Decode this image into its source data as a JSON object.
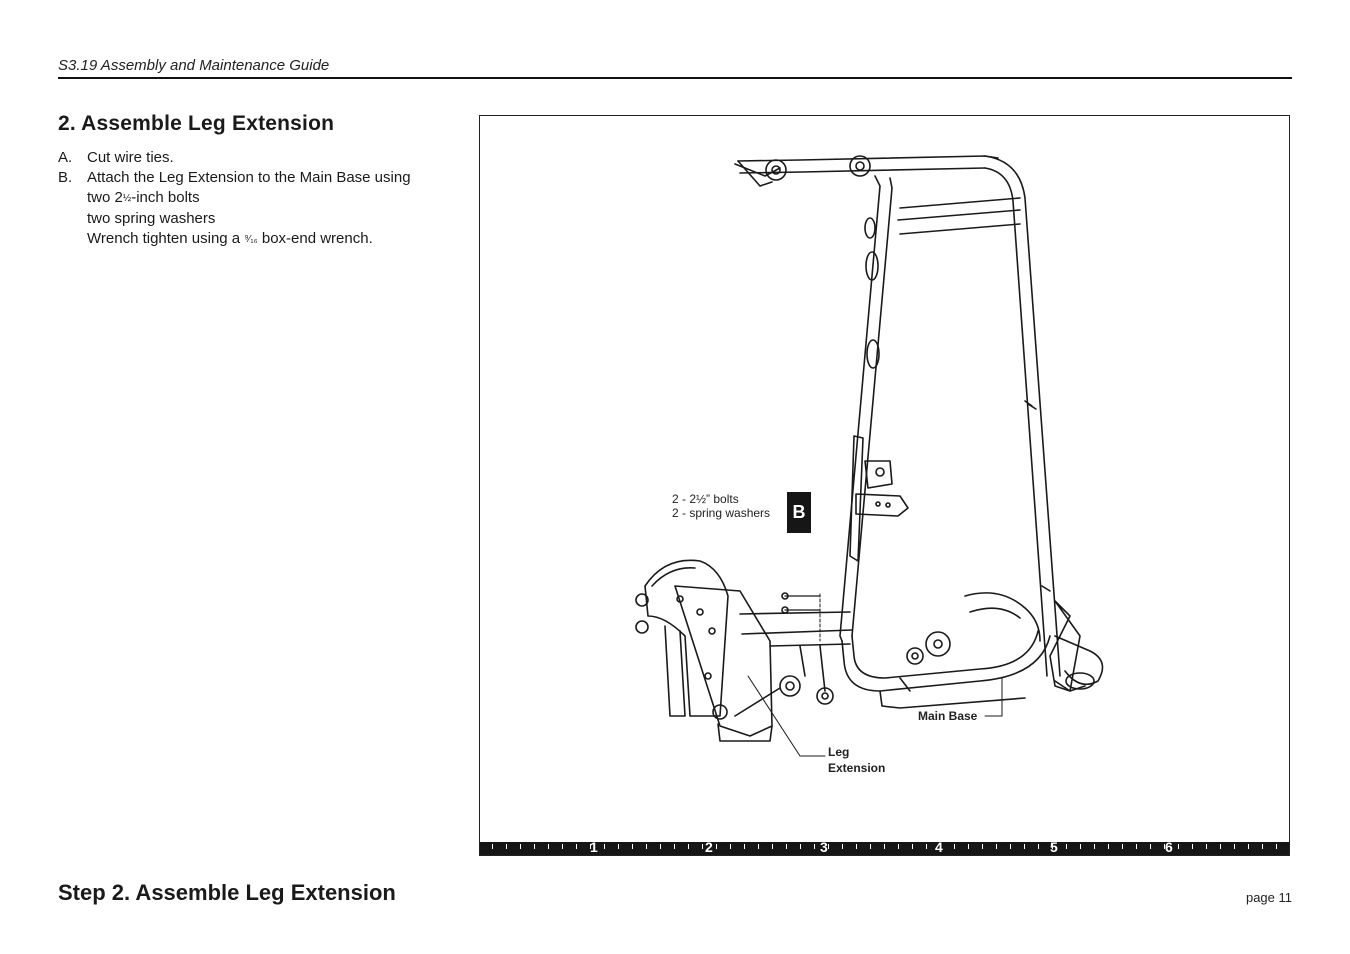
{
  "header": {
    "title": "S3.19 Assembly and Maintenance Guide"
  },
  "section": {
    "title": "2. Assemble Leg Extension",
    "steps": [
      {
        "letter": "A.",
        "text": "Cut wire ties."
      },
      {
        "letter": "B.",
        "text": "Attach the Leg Extension to the Main Base using"
      }
    ],
    "sublines": {
      "bolts_pre": "two 2",
      "bolts_frac": "½",
      "bolts_post": "-inch bolts",
      "washers": "two spring washers",
      "wrench_pre": "Wrench tighten using a ",
      "wrench_frac": "⁹⁄₁₆",
      "wrench_post": " box-end wrench."
    }
  },
  "figure": {
    "callout_line1": "2 - 2½” bolts",
    "callout_line2": "2 - spring washers",
    "badge": "B",
    "main_base_label": "Main Base",
    "leg_ext_label_1": "Leg",
    "leg_ext_label_2": "Extension",
    "ruler_numbers": [
      "1",
      "2",
      "3",
      "4",
      "5",
      "6"
    ]
  },
  "footer": {
    "title": "Step 2. Assemble Leg Extension",
    "page": "page 11"
  }
}
